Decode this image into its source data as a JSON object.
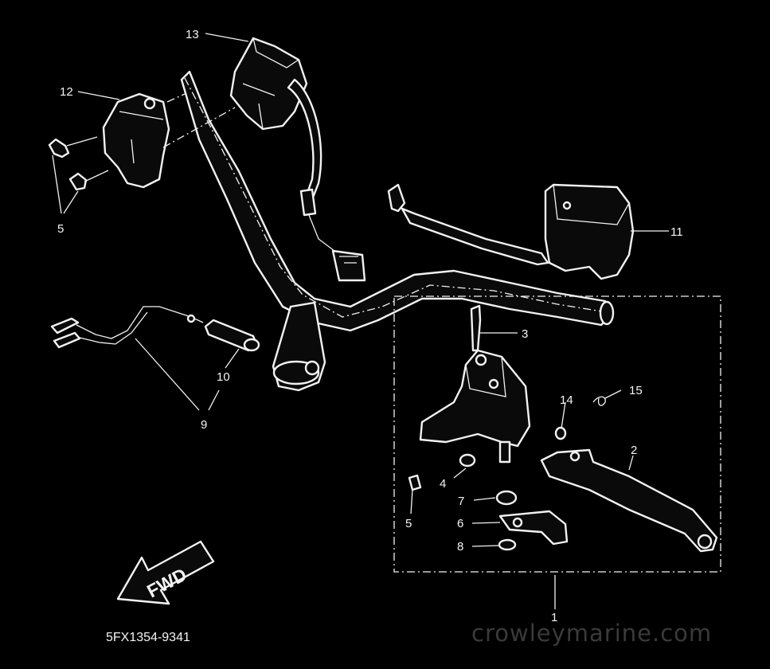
{
  "callouts": {
    "c1": "1",
    "c2": "2",
    "c3": "3",
    "c4": "4",
    "c5a": "5",
    "c5b": "5",
    "c6": "6",
    "c7": "7",
    "c8": "8",
    "c9": "9",
    "c10": "10",
    "c11": "11",
    "c12": "12",
    "c13": "13",
    "c14": "14",
    "c15": "15"
  },
  "fwd_arrow": "FWD",
  "diagram_code": "5FX1354-9341",
  "watermark": "crowleymarine.com",
  "colors": {
    "background": "#000000",
    "lines": "#f2f2f2",
    "watermark": "#3a3a3a"
  }
}
